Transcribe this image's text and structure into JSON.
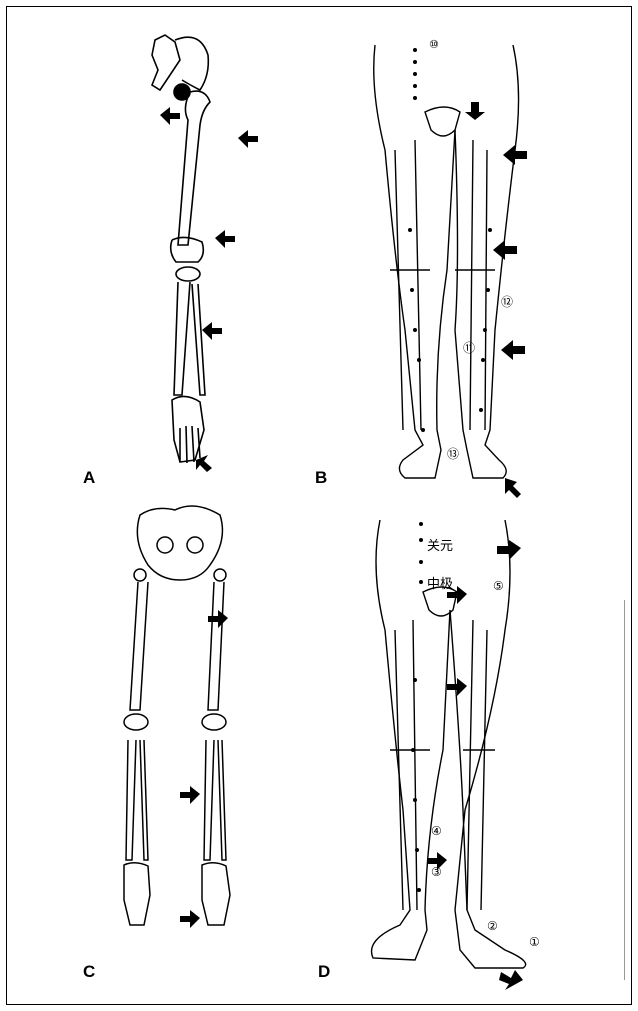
{
  "panels": [
    {
      "label": "A"
    },
    {
      "label": "B"
    },
    {
      "label": "C"
    },
    {
      "label": "D"
    }
  ],
  "annotations": {
    "b_point_12": "⑫",
    "b_point_11": "⑪",
    "b_point_13": "⑬",
    "b_point_top": "⑩",
    "d_guanyuan": "关元",
    "d_zhongji": "中极",
    "d_point_5": "⑤",
    "d_point_4": "④",
    "d_point_3": "③",
    "d_point_2": "②",
    "d_point_1": "①"
  },
  "colors": {
    "ink": "#000000",
    "paper": "#ffffff"
  }
}
